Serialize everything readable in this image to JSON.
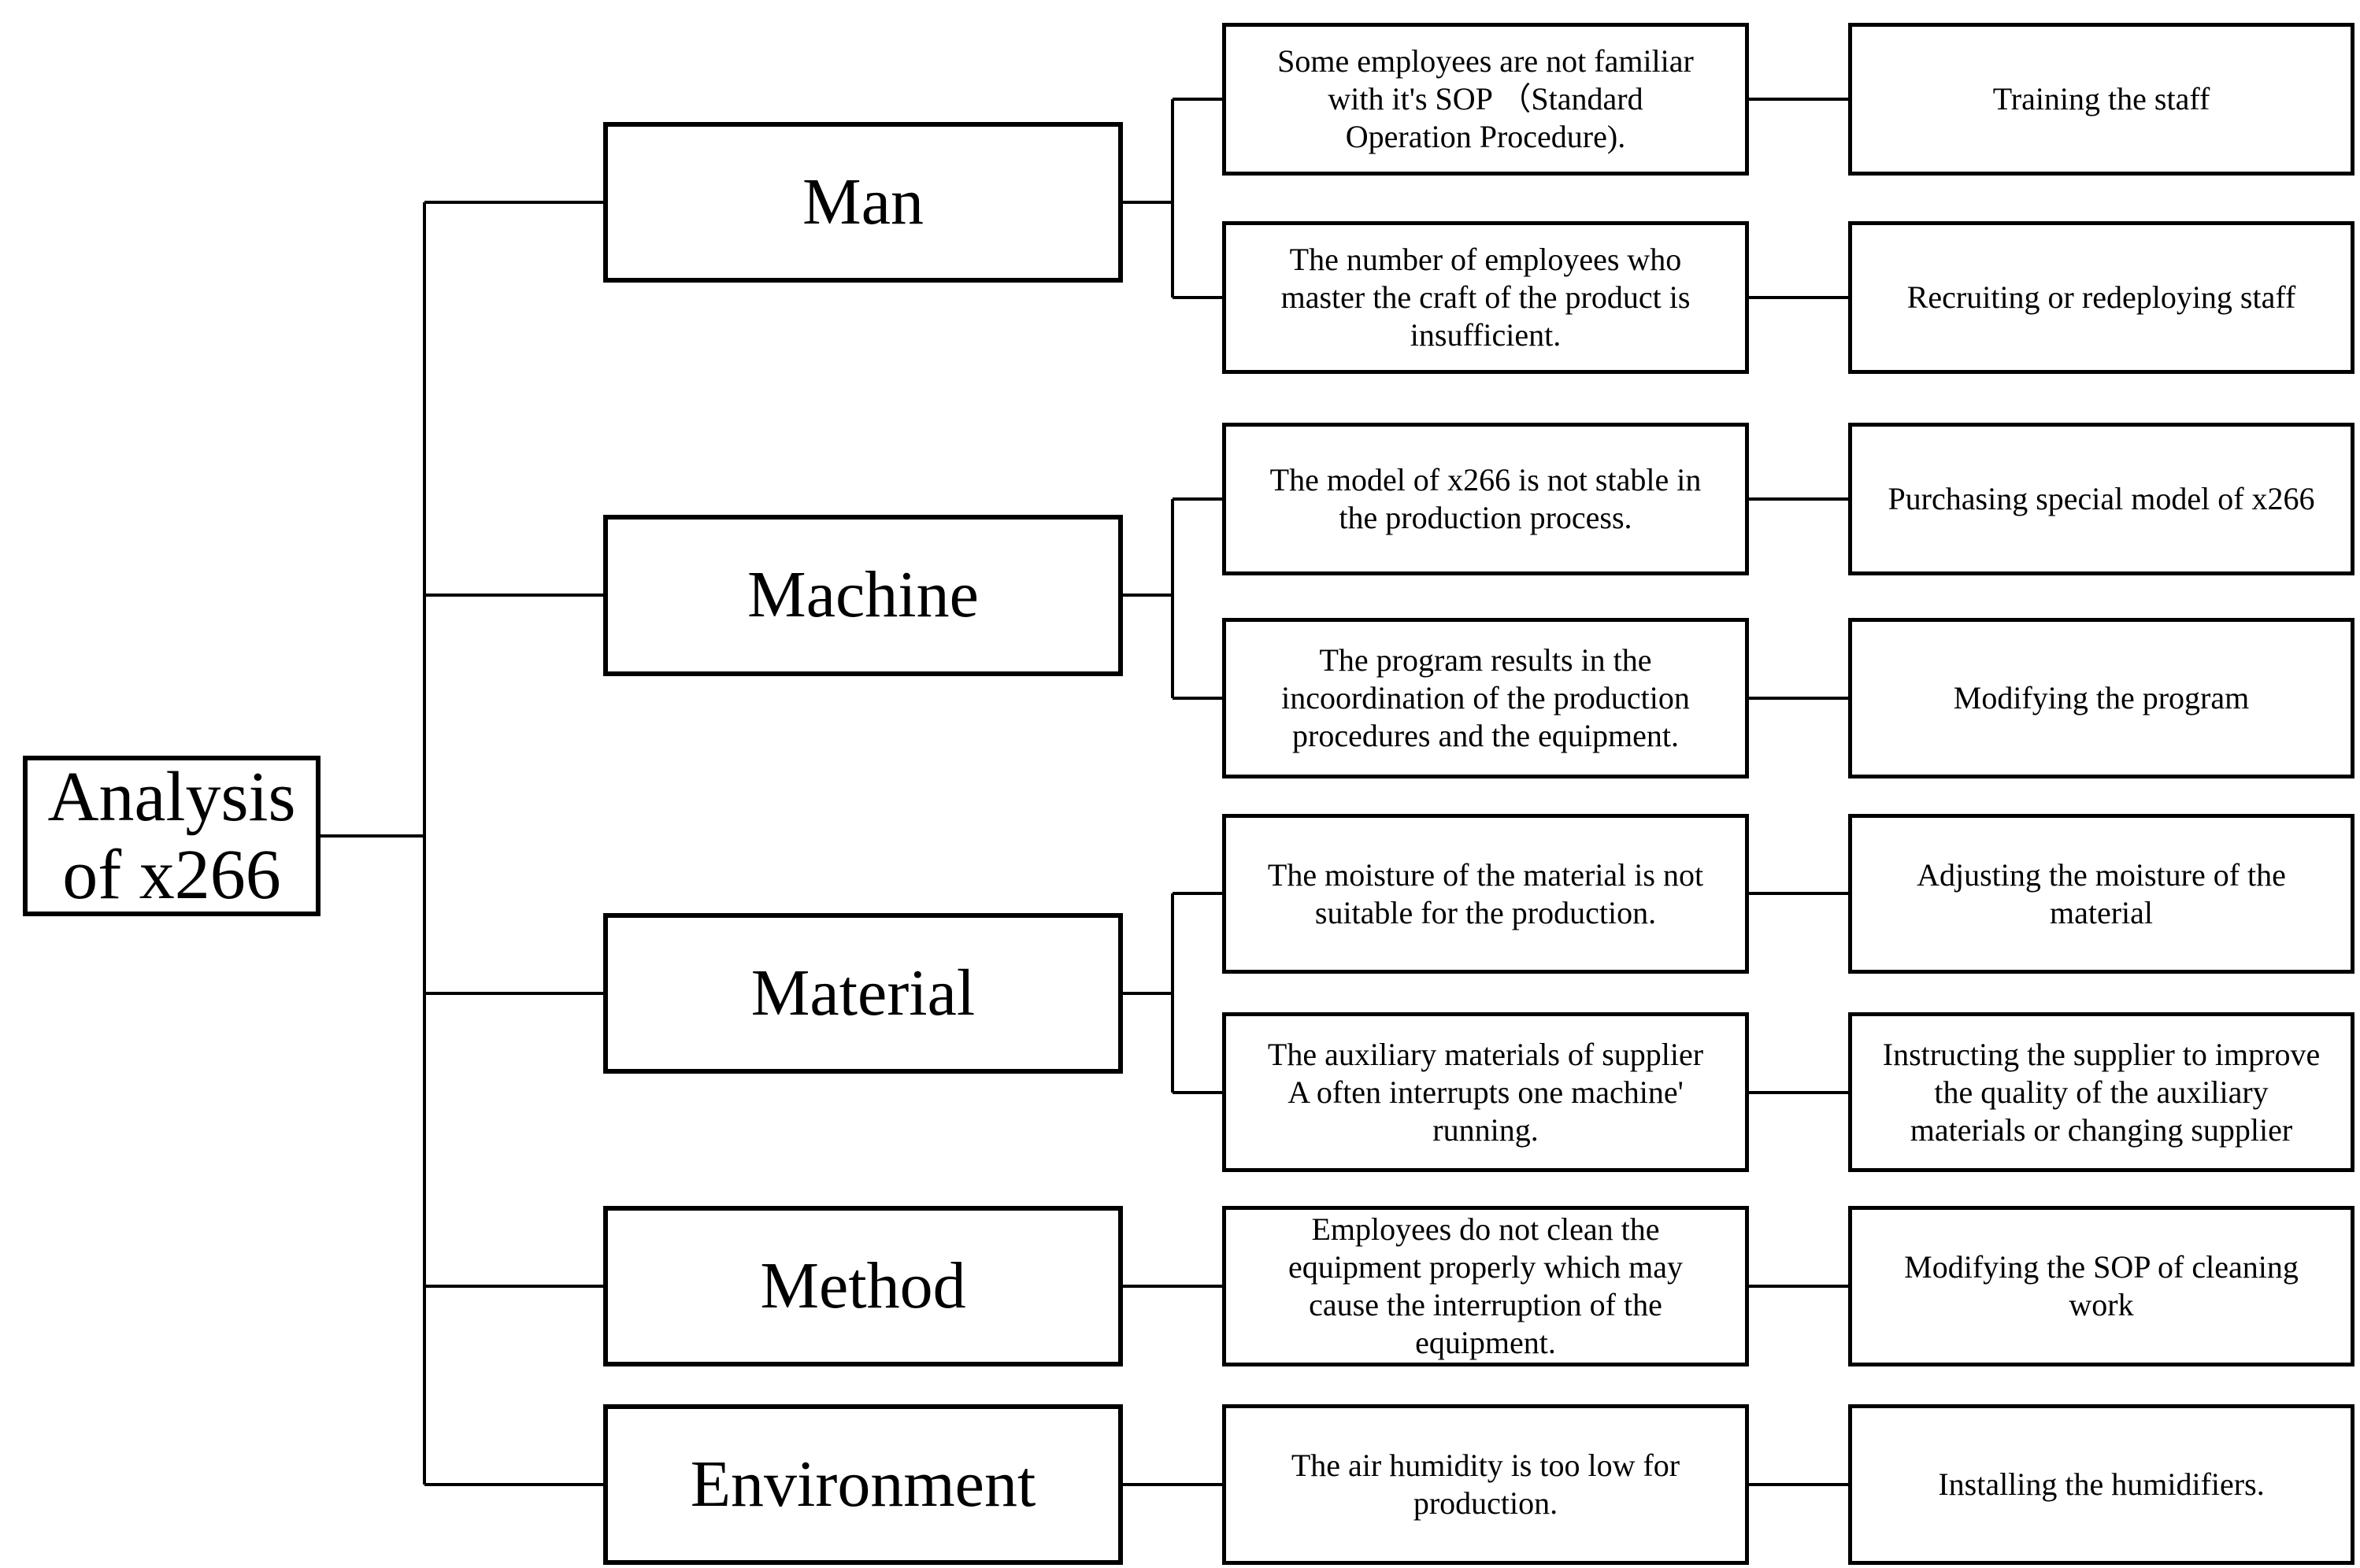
{
  "diagram_title": "Analysis of x266 cause-and-solution tree",
  "root": {
    "label": "Analysis\nof x266"
  },
  "branches": [
    {
      "category": "Man",
      "items": [
        {
          "problem": "Some employees are not familiar\nwith it's SOP （Standard\nOperation Procedure).",
          "solution": "Training the staff"
        },
        {
          "problem": "The number of employees who\nmaster the craft of the product is\ninsufficient.",
          "solution": "Recruiting or redeploying staff"
        }
      ]
    },
    {
      "category": "Machine",
      "items": [
        {
          "problem": "The model of x266 is not stable in\nthe production process.",
          "solution": "Purchasing special model of x266"
        },
        {
          "problem": "The program results in the\nincoordination of the production\nprocedures and the equipment.",
          "solution": "Modifying the program"
        }
      ]
    },
    {
      "category": "Material",
      "items": [
        {
          "problem": "The moisture of the material is not\nsuitable for the production.",
          "solution": "Adjusting the moisture of the\nmaterial"
        },
        {
          "problem": "The auxiliary materials of supplier\nA often interrupts one machine'\nrunning.",
          "solution": "Instructing the supplier to improve\nthe quality of the auxiliary\nmaterials or changing supplier"
        }
      ]
    },
    {
      "category": "Method",
      "items": [
        {
          "problem": "Employees do not clean the\nequipment properly  which may\ncause the interruption of the\nequipment.",
          "solution": "Modifying the SOP of cleaning\nwork"
        }
      ]
    },
    {
      "category": "Environment",
      "items": [
        {
          "problem": "The air humidity is too low for\nproduction.",
          "solution": "Installing the humidifiers."
        }
      ]
    }
  ],
  "colors": {
    "background": "#ffffff",
    "box_border": "#000000",
    "line": "#000000",
    "text": "#000000"
  }
}
